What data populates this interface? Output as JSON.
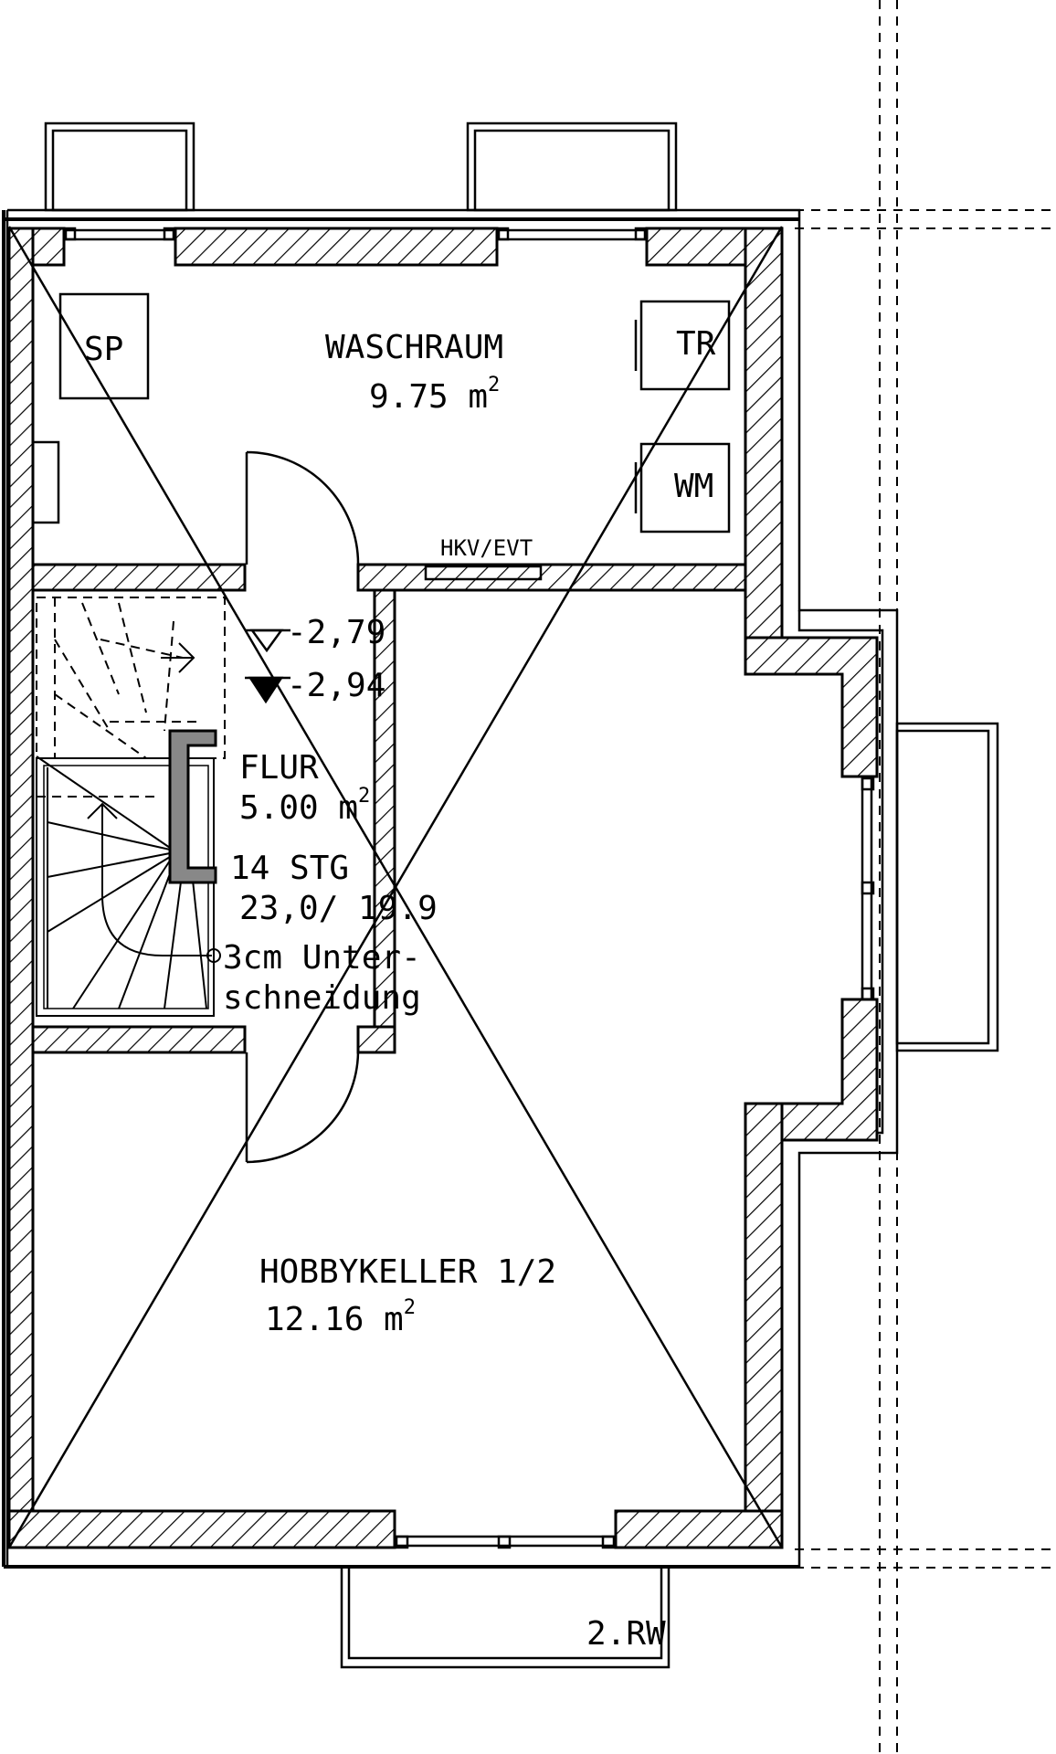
{
  "rooms": {
    "waschraum": {
      "name": "WASCHRAUM",
      "area": "9.75 m",
      "area_sup": "2"
    },
    "flur": {
      "name": "FLUR",
      "area": "5.00 m",
      "area_sup": "2"
    },
    "hobbykeller": {
      "name": "HOBBYKELLER 1/2",
      "area": "12.16 m",
      "area_sup": "2"
    }
  },
  "fixtures": {
    "sp": "SP",
    "tr": "TR",
    "wm": "WM",
    "hkv": "HKV/EVT"
  },
  "levels": {
    "upper": "-2,79",
    "lower": "-2,94"
  },
  "stair": {
    "steps": "14 STG",
    "ratio": "23,0/ 19.9",
    "note_line1": "3cm Unter-",
    "note_line2": "schneidung"
  },
  "window_label": "2.RW"
}
